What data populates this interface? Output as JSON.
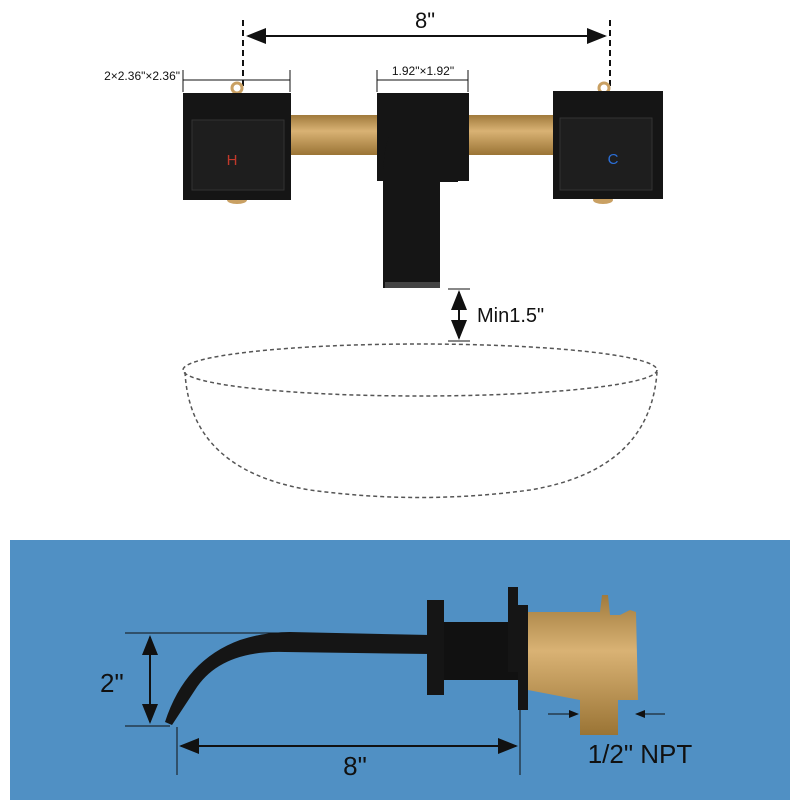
{
  "top_view": {
    "handle_spacing": "8\"",
    "handle_size": "2×2.36\"×2.36\"",
    "spout_plate_size": "1.92\"×1.92\"",
    "hot_letter": "H",
    "cold_letter": "C",
    "basin_clearance": "Min1.5\""
  },
  "side_view": {
    "spout_height": "2\"",
    "spout_reach": "8\"",
    "inlet_thread": "1/2\" NPT"
  },
  "colors": {
    "panel_blue": "#5090c4",
    "brass": "#c9a063",
    "black": "#151515",
    "hot": "#c0392b",
    "cold": "#2b6fd8"
  }
}
